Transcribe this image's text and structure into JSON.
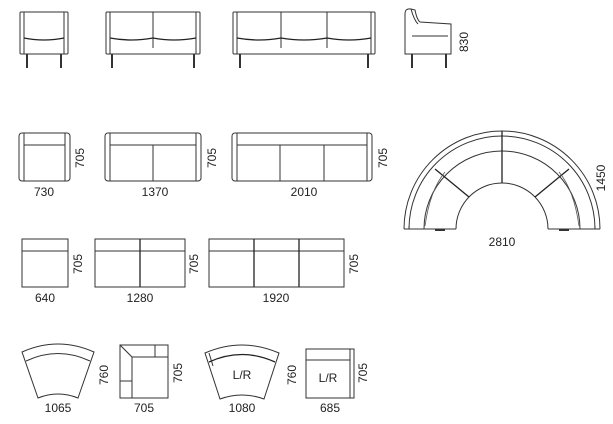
{
  "front_views": {
    "armchair": {},
    "sofa_2": {},
    "sofa_3": {},
    "side": {
      "height_label": "830"
    }
  },
  "top_views_arm": {
    "armchair": {
      "width": "730",
      "depth": "705"
    },
    "sofa_2": {
      "width": "1370",
      "depth": "705"
    },
    "sofa_3": {
      "width": "2010",
      "depth": "705"
    }
  },
  "top_views_armless": {
    "single": {
      "width": "640",
      "depth": "705"
    },
    "double": {
      "width": "1280",
      "depth": "705"
    },
    "triple": {
      "width": "1920",
      "depth": "705"
    }
  },
  "semicircle": {
    "width": "2810",
    "height": "1450"
  },
  "modules": {
    "curve": {
      "width": "1065",
      "depth": "760"
    },
    "corner": {
      "width": "705",
      "depth": "705"
    },
    "curve_lr": {
      "width": "1080",
      "depth": "760",
      "label": "L/R"
    },
    "end_lr": {
      "width": "685",
      "depth": "705",
      "label": "L/R"
    }
  }
}
